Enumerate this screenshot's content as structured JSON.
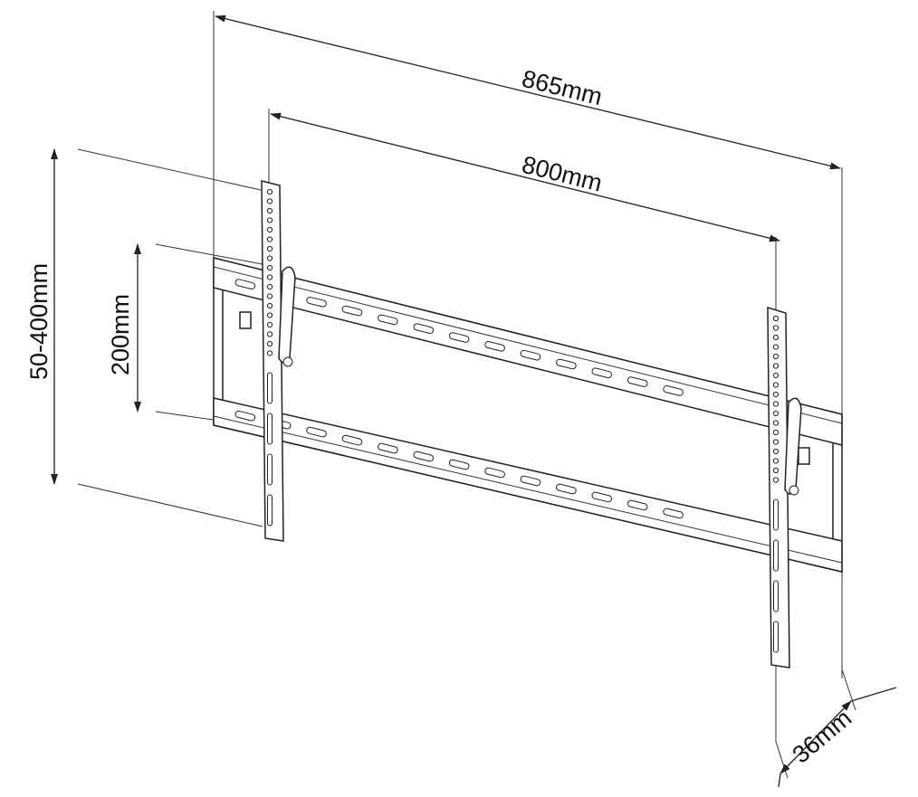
{
  "dimensions": {
    "overall_width": "865mm",
    "hole_spacing_width": "800mm",
    "vertical_range": "50-400mm",
    "rail_spacing": "200mm",
    "depth": "36mm"
  }
}
